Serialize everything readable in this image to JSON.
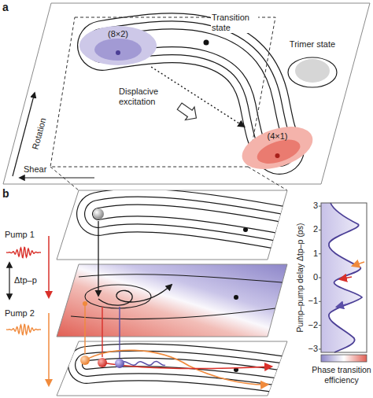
{
  "diagram": {
    "nodes": [
      {
        "text": [
          "(8×2)"
        ]
      },
      {
        "text": [
          "(4×1)"
        ]
      },
      {
        "text": [
          "Trimer state"
        ]
      }
    ],
    "edges": [
      {
        "from": 0,
        "to": 1,
        "arrow": "to"
      }
    ],
    "labels": [
      "a",
      "Transition state",
      "Displacive excitation",
      "Rotation",
      "Shear",
      "b",
      "Pump 1",
      "Δtp–p",
      "Pump 2",
      "3",
      "2",
      "1",
      "0",
      "−1",
      "−2",
      "−3",
      "Pump–pump delay Δtp–p (ps)",
      "Phase transition efficiency"
    ]
  }
}
